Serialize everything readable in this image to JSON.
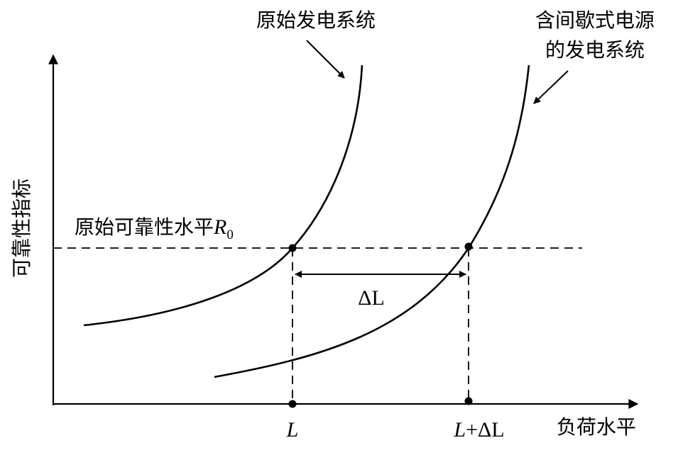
{
  "labels": {
    "y_axis": "可靠性指标",
    "x_axis": "负荷水平",
    "curve_original": "原始发电系统",
    "curve_with_intermittent_line1": "含间歇式电源",
    "curve_with_intermittent_line2": "的发电系统",
    "reliability_level_text": "原始可靠性水平",
    "reliability_symbol": "R",
    "reliability_subscript": "0",
    "delta_l": "ΔL",
    "tick_l": "L",
    "tick_l_plus_delta_prefix": "L",
    "tick_l_plus_delta_suffix": "+ΔL"
  }
}
